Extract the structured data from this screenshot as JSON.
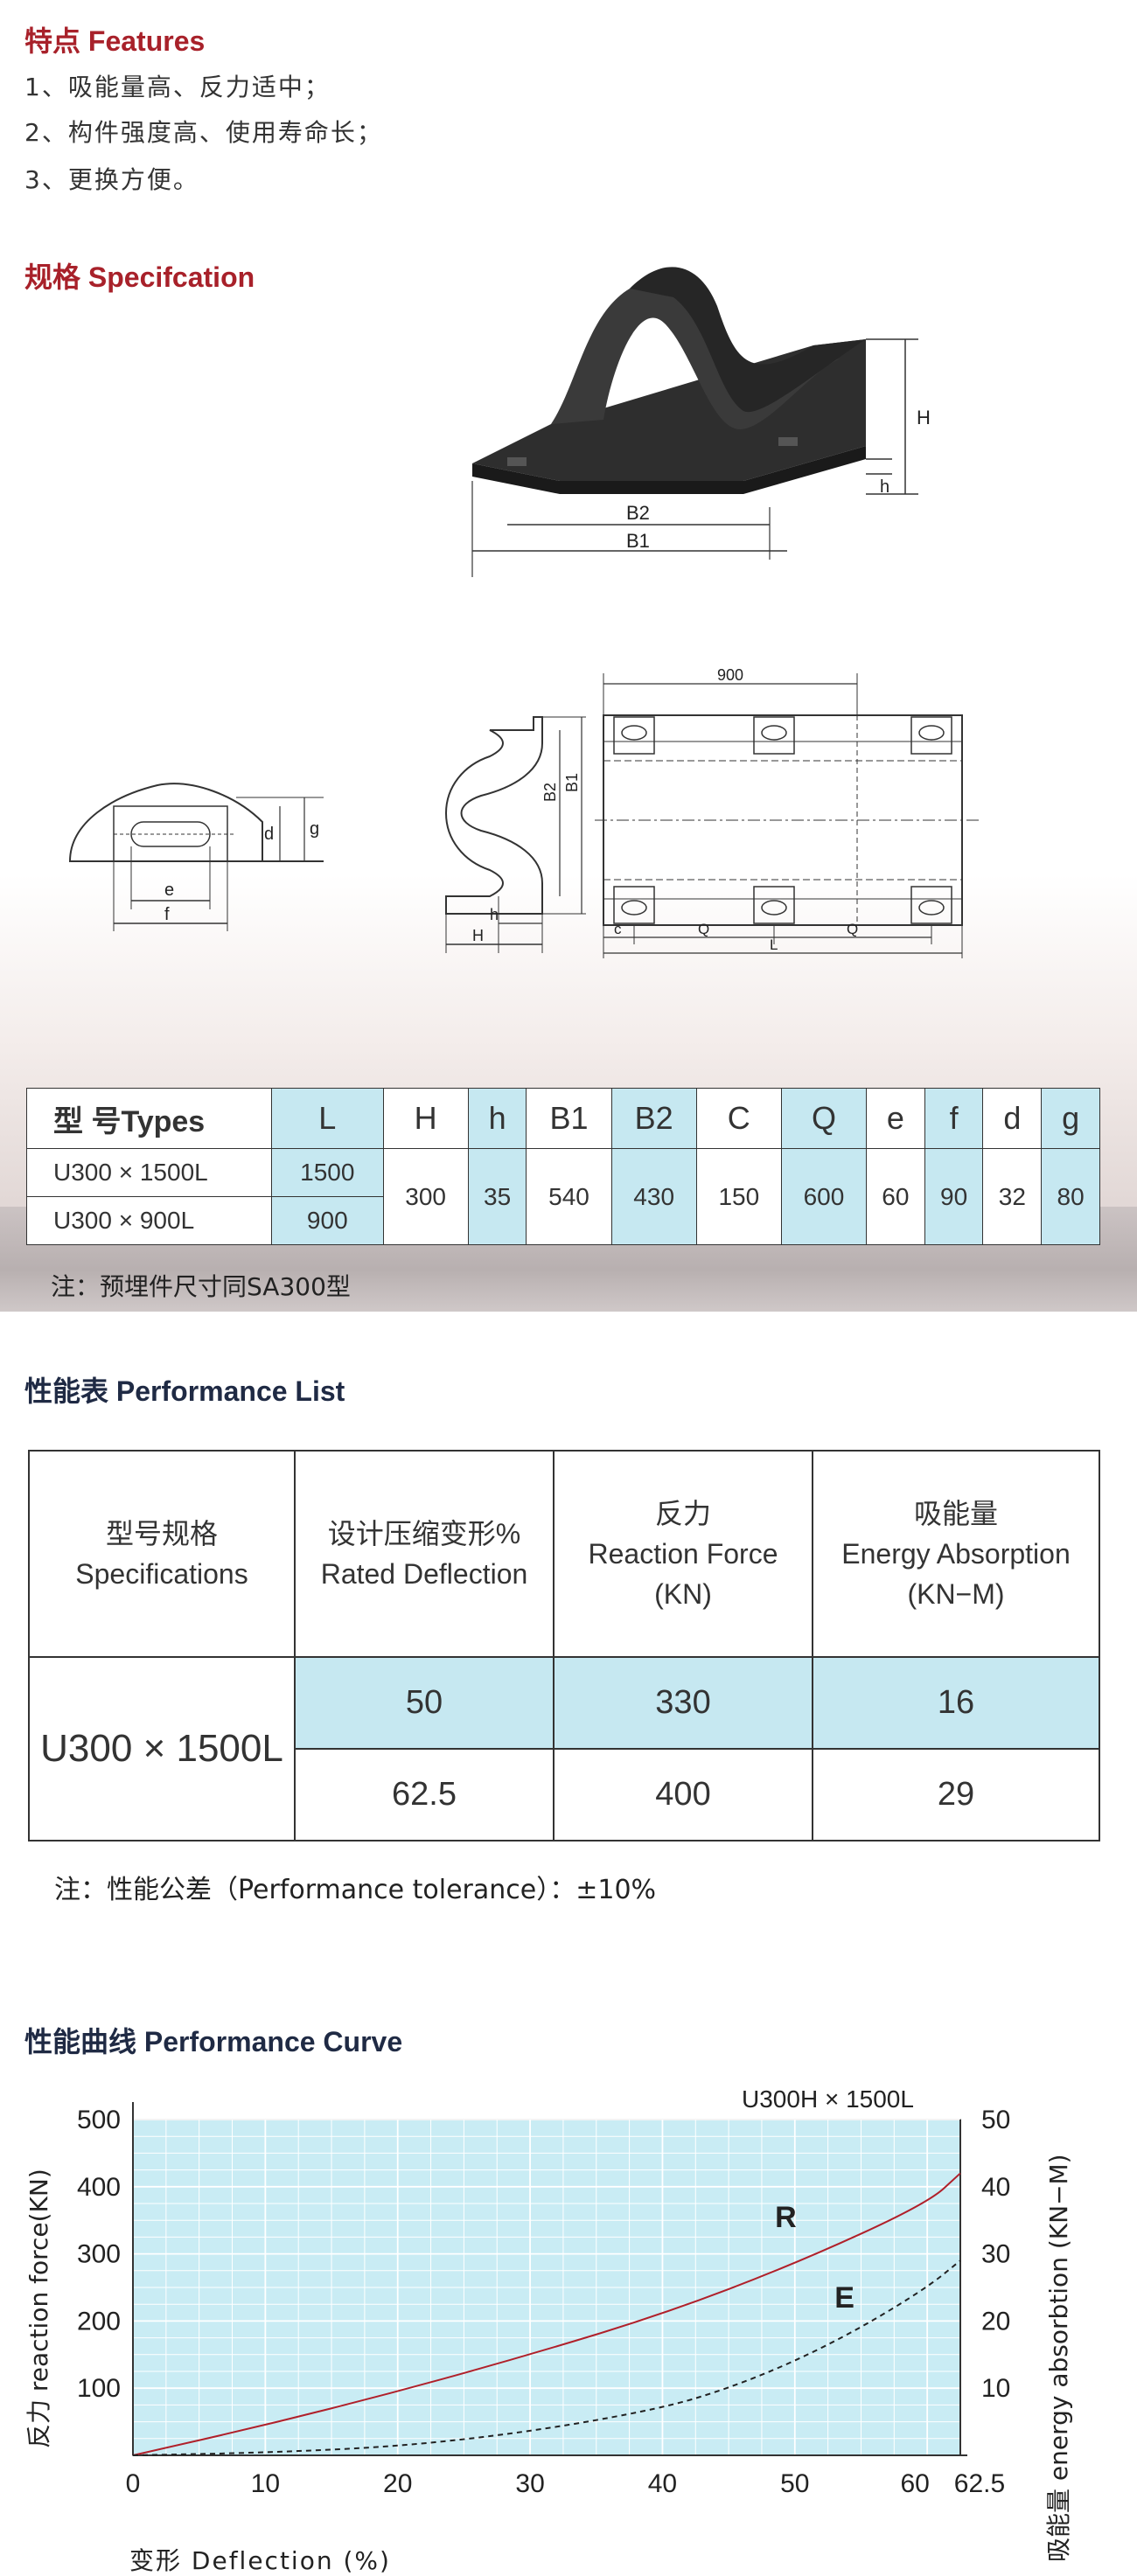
{
  "features": {
    "title": "特点 Features",
    "items": [
      "1、吸能量高、反力适中；",
      "2、构件强度高、使用寿命长；",
      "3、更换方便。"
    ]
  },
  "spec": {
    "title": "规格 Specifcation",
    "diagram_labels": {
      "iso": [
        "B2",
        "B1",
        "H",
        "h"
      ],
      "side": [
        "d",
        "g",
        "e",
        "f"
      ],
      "profile": [
        "B2",
        "B1",
        "h",
        "H"
      ],
      "plan": [
        "900",
        "c",
        "Q",
        "Q",
        "L"
      ]
    }
  },
  "spec_table": {
    "headers": [
      "型  号Types",
      "L",
      "H",
      "h",
      "B1",
      "B2",
      "C",
      "Q",
      "e",
      "f",
      "d",
      "g"
    ],
    "rows": [
      {
        "type": "U300 × 1500L",
        "L": "1500"
      },
      {
        "type": "U300 × 900L",
        "L": "900"
      }
    ],
    "shared": [
      "300",
      "35",
      "540",
      "430",
      "150",
      "600",
      "60",
      "90",
      "32",
      "80"
    ],
    "note": "注：预埋件尺寸同SA300型"
  },
  "performance": {
    "title": "性能表 Performance List",
    "headers": [
      [
        "型号规格",
        "Specifications"
      ],
      [
        "设计压缩变形%",
        "Rated Deflection"
      ],
      [
        "反力",
        "Reaction Force",
        "(KN)"
      ],
      [
        "吸能量",
        "Energy Absorption",
        "(KN−M)"
      ]
    ],
    "spec": "U300 × 1500L",
    "rows": [
      [
        "50",
        "330",
        "16"
      ],
      [
        "62.5",
        "400",
        "29"
      ]
    ],
    "note": "注：性能公差（Performance tolerance）：±10%"
  },
  "curve": {
    "title": "性能曲线 Performance Curve"
  },
  "colors": {
    "accent_red": "#a8212a",
    "teal": "#c6e8f1",
    "chart_bg": "#c9ecf4",
    "curve_r": "#b0202a"
  },
  "chart_data": {
    "type": "line",
    "title": "U300H × 1500L",
    "xlabel": "变形  Deflection (%)",
    "ylabel": "反力  reaction force(KN)",
    "y2label": "吸能量  energy absorbtion (KN−M)",
    "xlim": [
      0,
      62.5
    ],
    "ylim": [
      0,
      500
    ],
    "y2lim": [
      0,
      50
    ],
    "x_ticks": [
      "0",
      "10",
      "20",
      "30",
      "40",
      "50",
      "60",
      "62.5"
    ],
    "y_ticks": [
      "100",
      "200",
      "300",
      "400",
      "500"
    ],
    "y2_ticks": [
      "10",
      "20",
      "30",
      "40",
      "50"
    ],
    "series": [
      {
        "name": "R",
        "axis": "left",
        "style": "solid",
        "x": [
          0,
          10,
          20,
          30,
          40,
          50,
          60,
          62.5
        ],
        "y": [
          0,
          45,
          95,
          150,
          210,
          285,
          375,
          420
        ]
      },
      {
        "name": "E",
        "axis": "right",
        "style": "dashed",
        "x": [
          0,
          10,
          20,
          30,
          40,
          45,
          50,
          55,
          60,
          62.5
        ],
        "y": [
          0,
          0.4,
          1.3,
          3.5,
          7,
          10,
          14,
          19,
          25,
          29
        ]
      }
    ]
  }
}
